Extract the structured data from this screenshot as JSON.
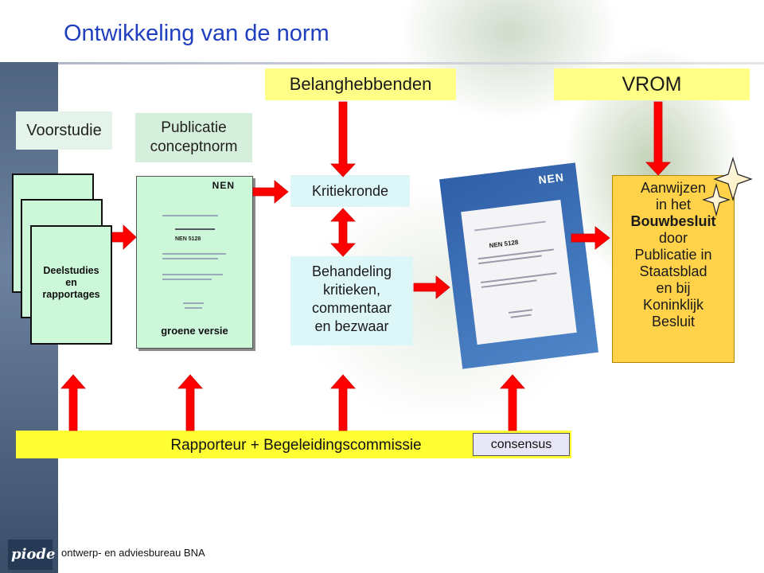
{
  "title": "Ontwikkeling van de norm",
  "headers": {
    "belanghebbenden": "Belanghebbenden",
    "vrom": "VROM",
    "voorstudie": "Voorstudie",
    "publicatie_conceptnorm": "Publicatie conceptnorm"
  },
  "deelstudies": {
    "line1": "Deelstudies",
    "line2": "en",
    "line3": "rapportages"
  },
  "green_doc": {
    "logo": "NEN",
    "code": "NEN 5128",
    "label": "groene versie"
  },
  "kritiekronde": "Kritiekronde",
  "behandeling": {
    "line1": "Behandeling",
    "line2": "kritieken,",
    "line3": "commentaar",
    "line4": "en bezwaar"
  },
  "final_doc": {
    "logo": "NEN",
    "code": "NEN 5128"
  },
  "aanwijzen": {
    "line1": "Aanwijzen",
    "line2": "in het",
    "line3": "Bouwbesluit",
    "line4": "door",
    "line5": "Publicatie in",
    "line6": "Staatsblad",
    "line7": "en bij",
    "line8": "Koninklijk",
    "line9": "Besluit"
  },
  "bottom": {
    "label": "Rapporteur + Begeleidingscommissie",
    "consensus": "consensus"
  },
  "footer": {
    "logo": "piode",
    "text": "ontwerp- en adviesbureau BNA"
  },
  "colors": {
    "title": "#1f3fbf",
    "arrow": "#ff0000",
    "bar": "#ffff33",
    "vrom_box": "#ffd24a"
  }
}
